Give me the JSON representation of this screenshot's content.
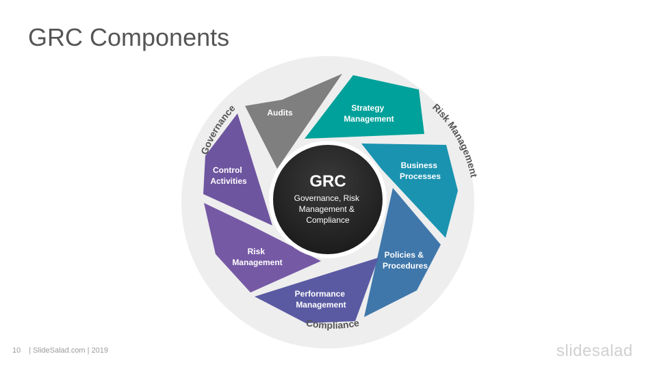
{
  "slide": {
    "title": "GRC Components",
    "page_number": "10",
    "footer_text": "| SlideSalad.com | 2019",
    "brand": "slidesalad"
  },
  "diagram": {
    "center": {
      "title": "GRC",
      "lines": [
        "Governance, Risk",
        "Management  &",
        "Compliance"
      ]
    },
    "ring_labels": {
      "governance": "Governance",
      "risk_management": "Risk Management",
      "compliance": "Compliance"
    },
    "segments": [
      {
        "lines": [
          "Audits"
        ],
        "color": "#7f7f7f"
      },
      {
        "lines": [
          "Strategy",
          "Management"
        ],
        "color": "#00a19a"
      },
      {
        "lines": [
          "Business",
          "Processes"
        ],
        "color": "#1a93b0"
      },
      {
        "lines": [
          "Policies  &",
          "Procedures"
        ],
        "color": "#3f77aa"
      },
      {
        "lines": [
          "Performance",
          "Management"
        ],
        "color": "#5a5aa3"
      },
      {
        "lines": [
          "Risk",
          "Management"
        ],
        "color": "#7659a5"
      },
      {
        "lines": [
          "Control",
          "Activities"
        ],
        "color": "#6e55a0"
      }
    ],
    "colors": {
      "outer_ring": "#eeeeee",
      "center_dark": "#222222",
      "center_light": "#3a3a3a"
    }
  }
}
